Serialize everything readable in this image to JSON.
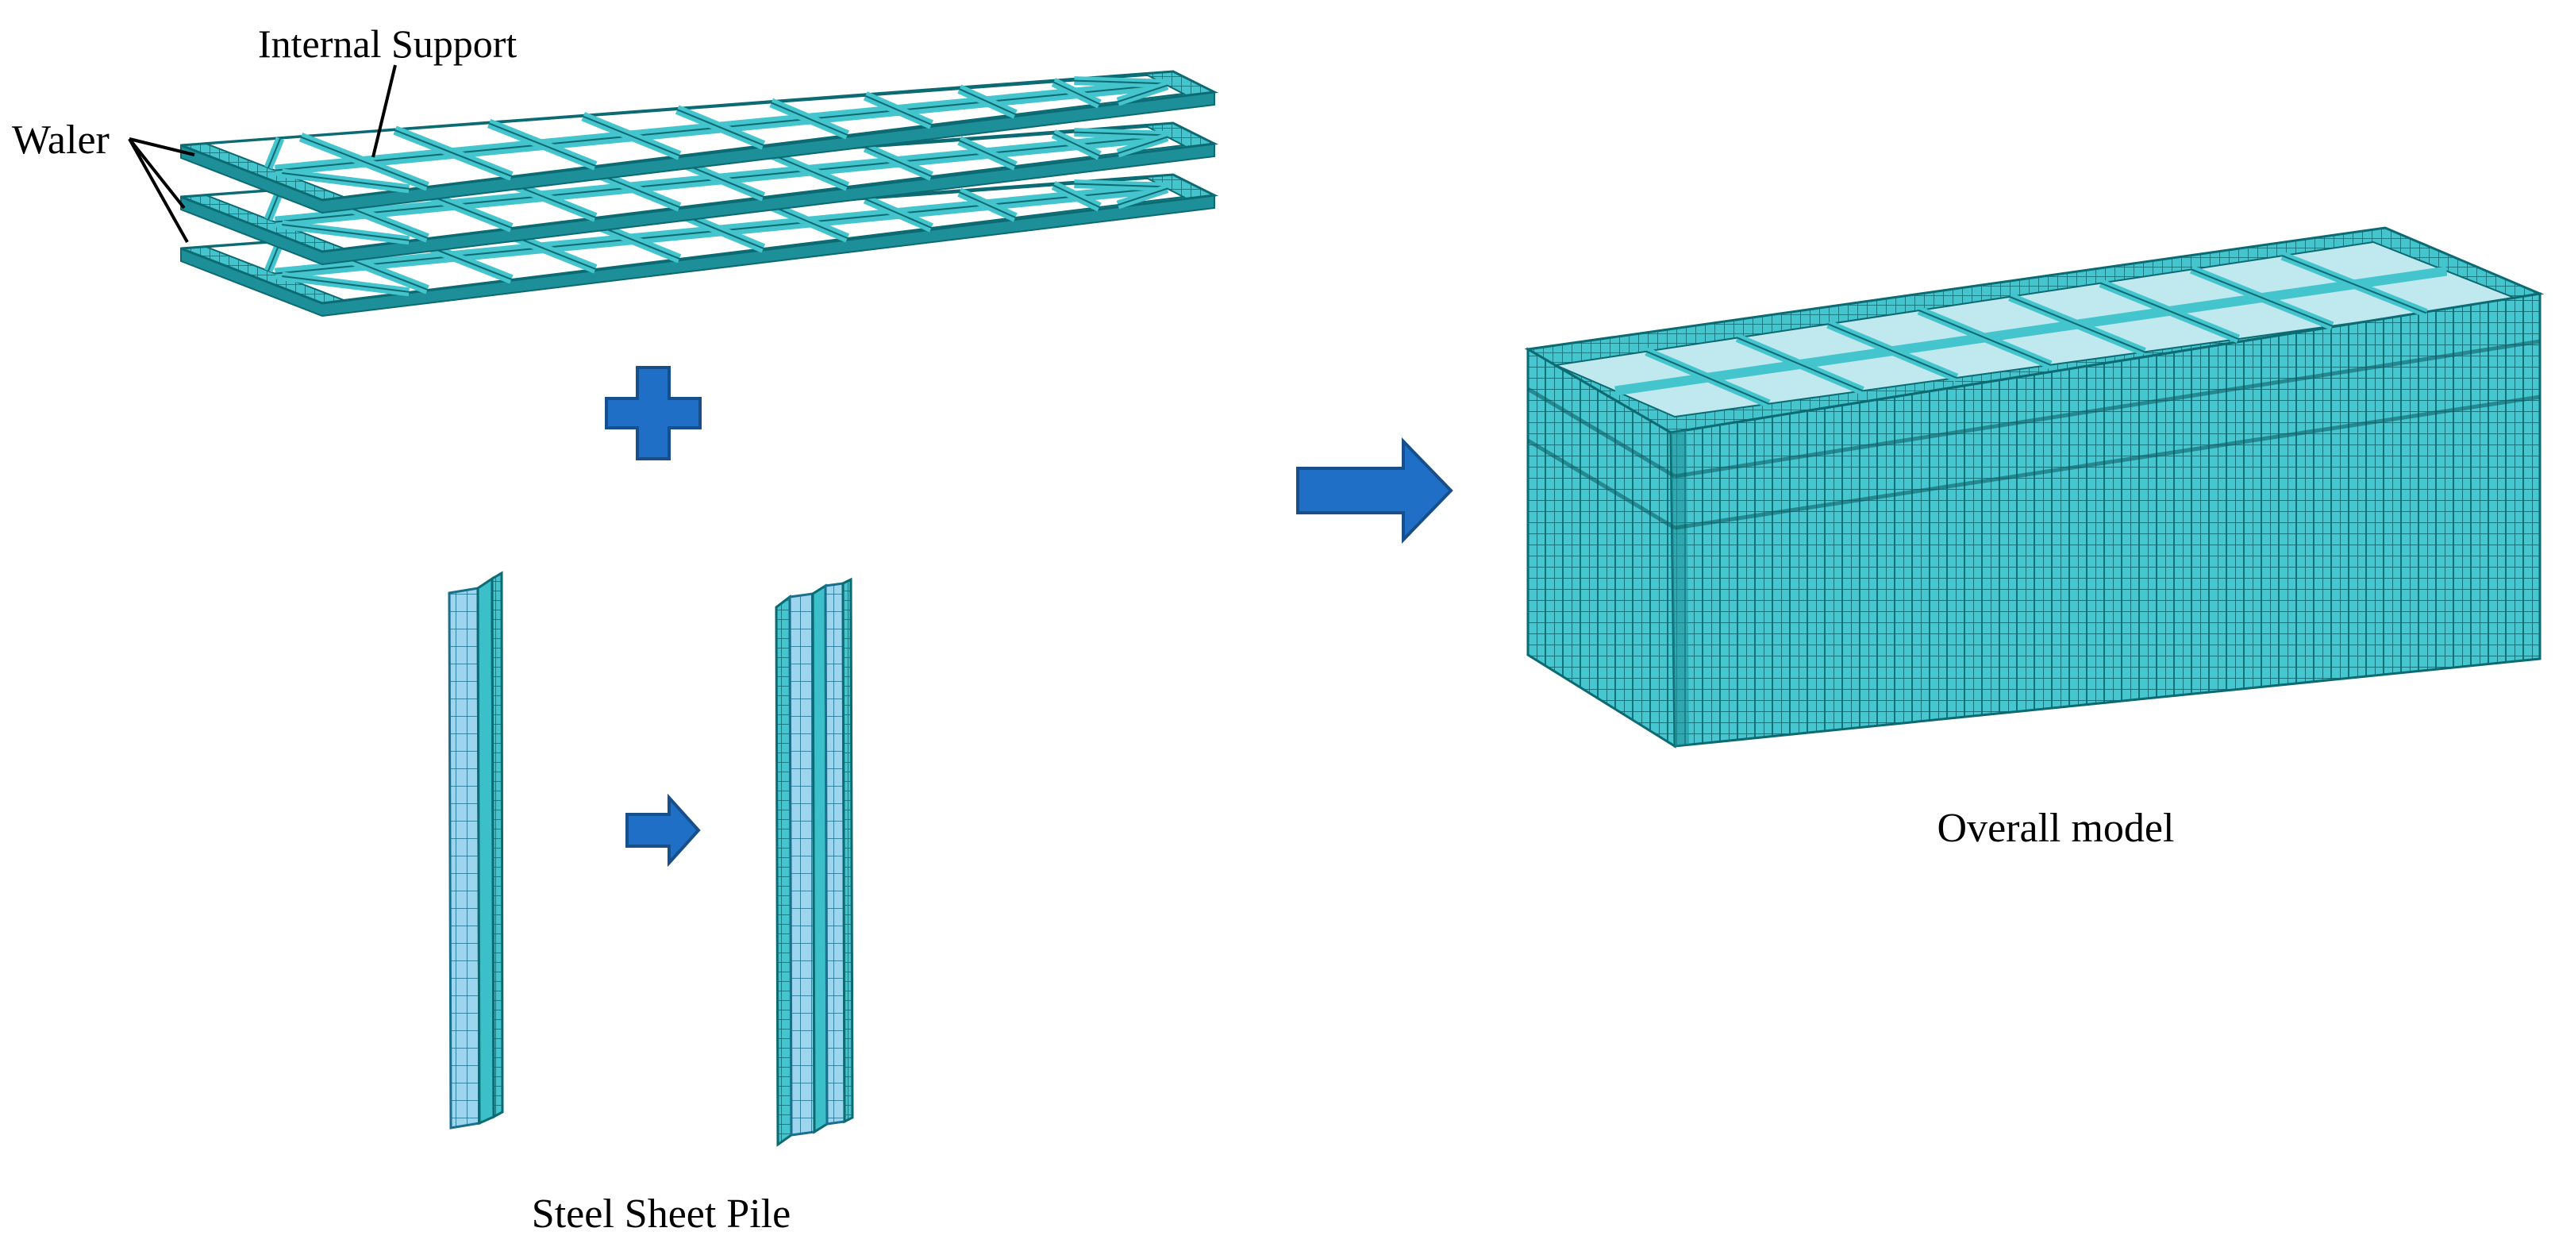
{
  "labels": {
    "internal_support": "Internal Support",
    "waler": "Waler",
    "steel_sheet_pile": "Steel Sheet Pile",
    "overall_model": "Overall model"
  },
  "colors": {
    "mesh_fill": "#44c4cc",
    "mesh_line": "#0c6a72",
    "mesh_dark": "#1d8f98",
    "pile_fill": "#9dd4ee",
    "pile_line": "#1a6f8c",
    "arrow_fill": "#1f6fc6",
    "arrow_stroke": "#174f8a"
  },
  "icons": [
    "plus-icon",
    "right-arrow-icon",
    "small-right-arrow-icon"
  ]
}
